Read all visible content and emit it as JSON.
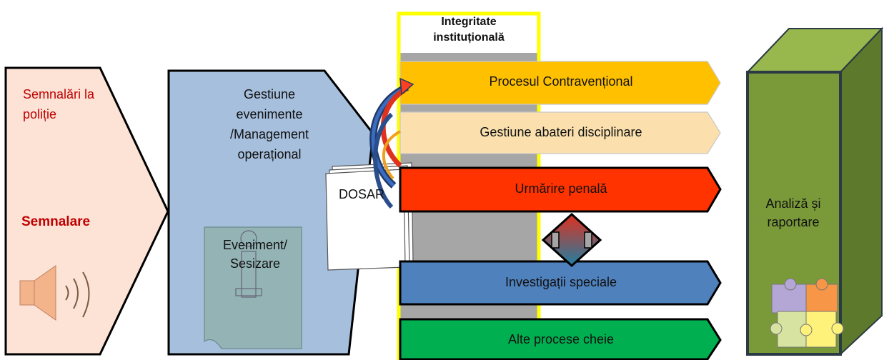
{
  "signal": {
    "top_text": "Semnalări la poliție",
    "main_label": "Semnalare"
  },
  "event_management": {
    "title": "Gestiune evenimente /Management operațional",
    "doc_label": "Eveniment/ Sesizare",
    "file_label": "DOSAR"
  },
  "integrity": {
    "title": "Integritate instituțională"
  },
  "processes": [
    {
      "label": "Procesul Contravențional",
      "color": "#ffc000"
    },
    {
      "label": "Gestiune abateri disciplinare",
      "color": "#fbe0ae"
    },
    {
      "label": "Urmărire penală",
      "color": "#ff3300"
    },
    {
      "label": "Investigații speciale",
      "color": "#4f81bd"
    },
    {
      "label": "Alte procese cheie",
      "color": "#00b050"
    }
  ],
  "analysis": {
    "label": "Analiză și raportare"
  },
  "colors": {
    "signal_fill": "#fde3d6",
    "signal_text": "#c00000",
    "event_fill": "#a6bfdd",
    "doc_fill": "#94b3b5",
    "integrity_fill": "#a6a6a6",
    "integrity_border": "#ffff00",
    "analysis_front": "#7a9a3a",
    "analysis_side": "#5d7a2c",
    "analysis_top": "#98b84e"
  }
}
